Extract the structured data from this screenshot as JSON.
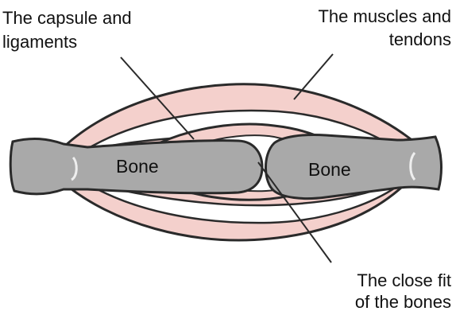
{
  "labels": {
    "capsule_line1": "The capsule and",
    "capsule_line2": "ligaments",
    "muscles_line1": "The muscles and",
    "muscles_line2": "tendons",
    "closefit_line1": "The close fit",
    "closefit_line2": "of the bones",
    "bone_left": "Bone",
    "bone_right": "Bone"
  },
  "colors": {
    "bone_fill": "#a9a9a9",
    "soft_tissue_fill": "#f4d0cc",
    "outline": "#2a2a2a",
    "background": "#ffffff"
  }
}
